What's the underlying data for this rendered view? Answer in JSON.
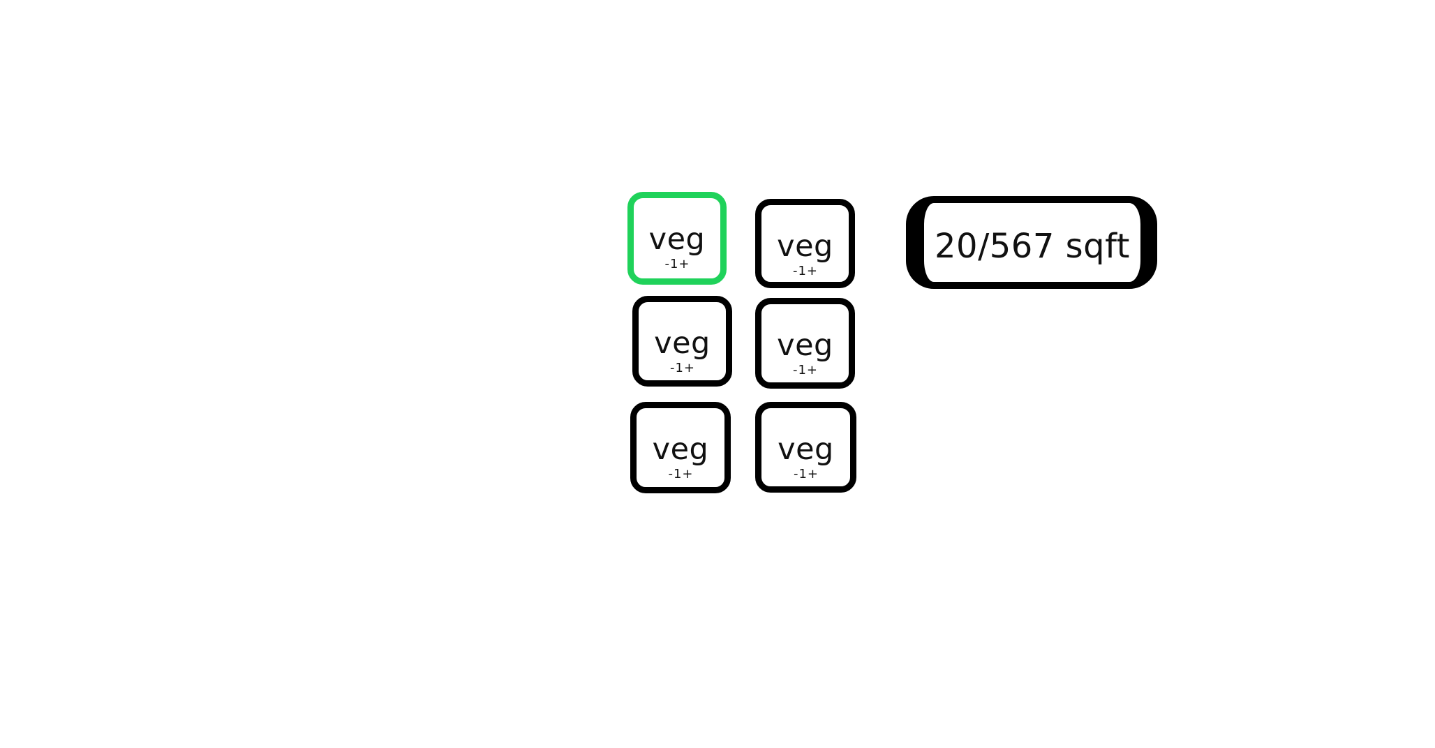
{
  "colors": {
    "accent": "#1fd25a",
    "border": "#000000",
    "background": "#ffffff"
  },
  "plants": [
    {
      "name": "veg",
      "minus": "-",
      "quantity": "1",
      "plus": "+",
      "selected": true
    },
    {
      "name": "veg",
      "minus": "-",
      "quantity": "1",
      "plus": "+",
      "selected": false
    },
    {
      "name": "veg",
      "minus": "-",
      "quantity": "1",
      "plus": "+",
      "selected": false
    },
    {
      "name": "veg",
      "minus": "-",
      "quantity": "1",
      "plus": "+",
      "selected": false
    },
    {
      "name": "veg",
      "minus": "-",
      "quantity": "1",
      "plus": "+",
      "selected": false
    },
    {
      "name": "veg",
      "minus": "-",
      "quantity": "1",
      "plus": "+",
      "selected": false
    }
  ],
  "area": {
    "label": "20/567 sqft"
  }
}
